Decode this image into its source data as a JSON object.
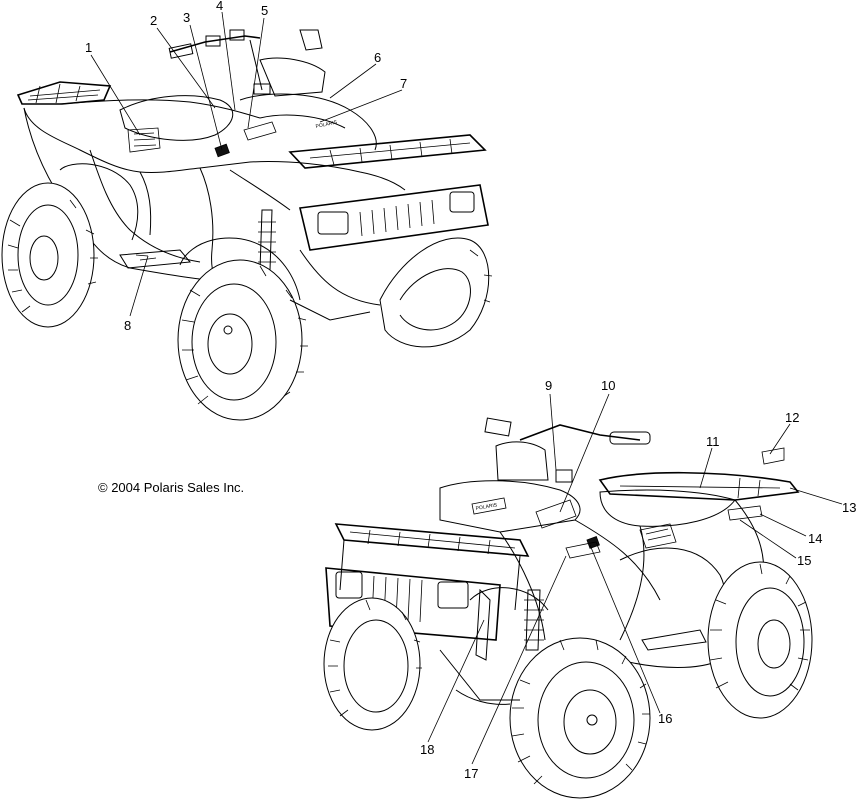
{
  "copyright": "© 2004 Polaris Sales Inc.",
  "callouts": [
    {
      "id": "1",
      "label": "1"
    },
    {
      "id": "2",
      "label": "2"
    },
    {
      "id": "3",
      "label": "3"
    },
    {
      "id": "4",
      "label": "4"
    },
    {
      "id": "5",
      "label": "5"
    },
    {
      "id": "6",
      "label": "6"
    },
    {
      "id": "7",
      "label": "7"
    },
    {
      "id": "8",
      "label": "8"
    },
    {
      "id": "9",
      "label": "9"
    },
    {
      "id": "10",
      "label": "10"
    },
    {
      "id": "11",
      "label": "11"
    },
    {
      "id": "12",
      "label": "12"
    },
    {
      "id": "13",
      "label": "13"
    },
    {
      "id": "14",
      "label": "14"
    },
    {
      "id": "15",
      "label": "15"
    },
    {
      "id": "16",
      "label": "16"
    },
    {
      "id": "17",
      "label": "17"
    },
    {
      "id": "18",
      "label": "18"
    }
  ],
  "decal_text": "POLARIS"
}
